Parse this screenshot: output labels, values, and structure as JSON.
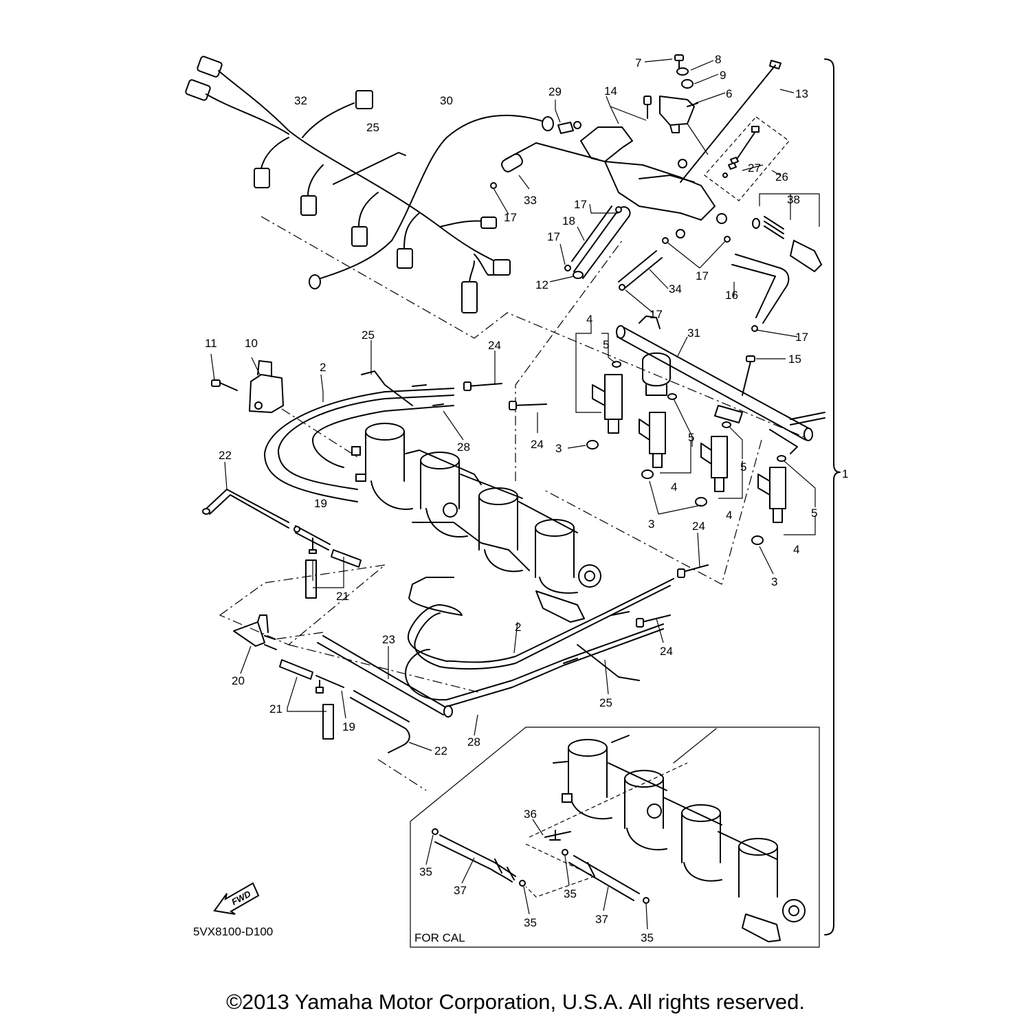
{
  "diagram_code": "5VX8100-D100",
  "inset_label": "FOR CAL",
  "fwd_label": "FWD",
  "copyright": "©2013 Yamaha Motor Corporation, U.S.A. All rights reserved.",
  "callouts": [
    "1",
    "2",
    "3",
    "4",
    "5",
    "6",
    "7",
    "8",
    "9",
    "10",
    "11",
    "12",
    "13",
    "14",
    "15",
    "16",
    "17",
    "18",
    "19",
    "20",
    "21",
    "22",
    "23",
    "24",
    "25",
    "26",
    "27",
    "28",
    "29",
    "30",
    "31",
    "32",
    "33",
    "34",
    "35",
    "36",
    "37",
    "38"
  ]
}
